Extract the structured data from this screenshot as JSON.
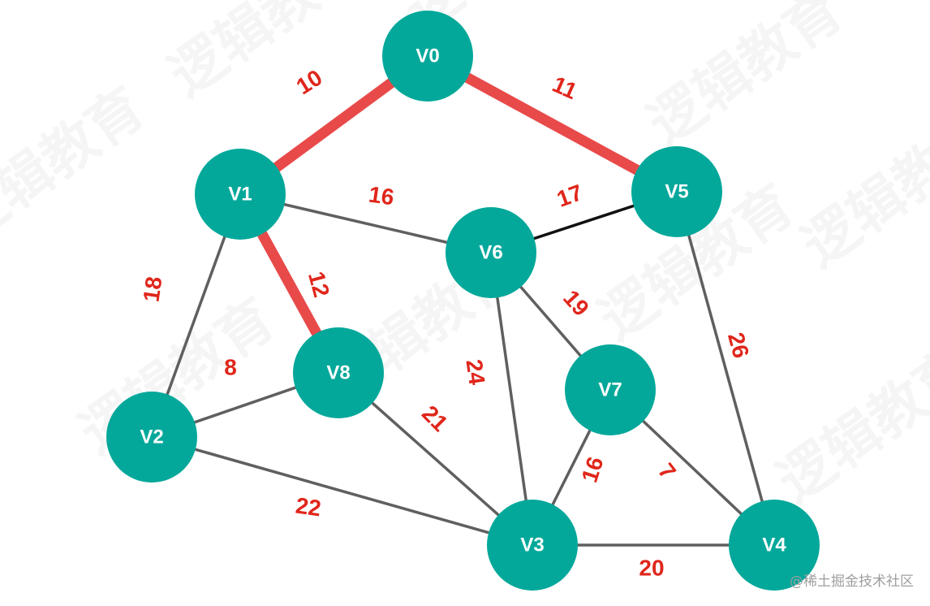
{
  "colors": {
    "node_fill": "#04a89a",
    "edge": "#5f5f5f",
    "edge_dark": "#111111",
    "highlight": "#e84a4a",
    "weight_text": "#e0261b"
  },
  "nodes": [
    {
      "id": "V0",
      "label": "V0"
    },
    {
      "id": "V1",
      "label": "V1"
    },
    {
      "id": "V2",
      "label": "V2"
    },
    {
      "id": "V3",
      "label": "V3"
    },
    {
      "id": "V4",
      "label": "V4"
    },
    {
      "id": "V5",
      "label": "V5"
    },
    {
      "id": "V6",
      "label": "V6"
    },
    {
      "id": "V7",
      "label": "V7"
    },
    {
      "id": "V8",
      "label": "V8"
    }
  ],
  "edges": [
    {
      "from": "V0",
      "to": "V1",
      "weight": "10",
      "highlighted": true
    },
    {
      "from": "V0",
      "to": "V5",
      "weight": "11",
      "highlighted": true
    },
    {
      "from": "V1",
      "to": "V8",
      "weight": "12",
      "highlighted": true
    },
    {
      "from": "V1",
      "to": "V6",
      "weight": "16",
      "highlighted": false
    },
    {
      "from": "V5",
      "to": "V6",
      "weight": "17",
      "highlighted": false
    },
    {
      "from": "V1",
      "to": "V2",
      "weight": "18",
      "highlighted": false
    },
    {
      "from": "V2",
      "to": "V8",
      "weight": "8",
      "highlighted": false
    },
    {
      "from": "V6",
      "to": "V7",
      "weight": "19",
      "highlighted": false
    },
    {
      "from": "V6",
      "to": "V3",
      "weight": "24",
      "highlighted": false
    },
    {
      "from": "V8",
      "to": "V3",
      "weight": "21",
      "highlighted": false
    },
    {
      "from": "V2",
      "to": "V3",
      "weight": "22",
      "highlighted": false
    },
    {
      "from": "V7",
      "to": "V3",
      "weight": "16",
      "highlighted": false
    },
    {
      "from": "V7",
      "to": "V4",
      "weight": "7",
      "highlighted": false
    },
    {
      "from": "V5",
      "to": "V4",
      "weight": "26",
      "highlighted": false
    },
    {
      "from": "V3",
      "to": "V4",
      "weight": "20",
      "highlighted": false
    }
  ],
  "watermark": {
    "credit": "@稀土掘金技术社区",
    "background_text": "逻辑教育"
  }
}
